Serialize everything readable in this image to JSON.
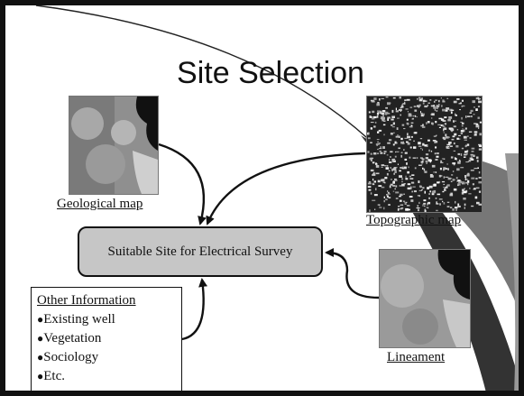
{
  "title": "Site Selection",
  "nodes": {
    "geological_map": "Geological map",
    "topographic_map": "Topographic map",
    "lineament": "Lineament",
    "target": "Suitable Site for Electrical Survey"
  },
  "other_information": {
    "title": "Other Information",
    "items": [
      "Existing well",
      "Vegetation",
      "Sociology",
      "Etc."
    ],
    "bullet": "●"
  },
  "colors": {
    "box_fill": "#c6c6c6",
    "outline": "#111111",
    "background": "#ffffff"
  }
}
